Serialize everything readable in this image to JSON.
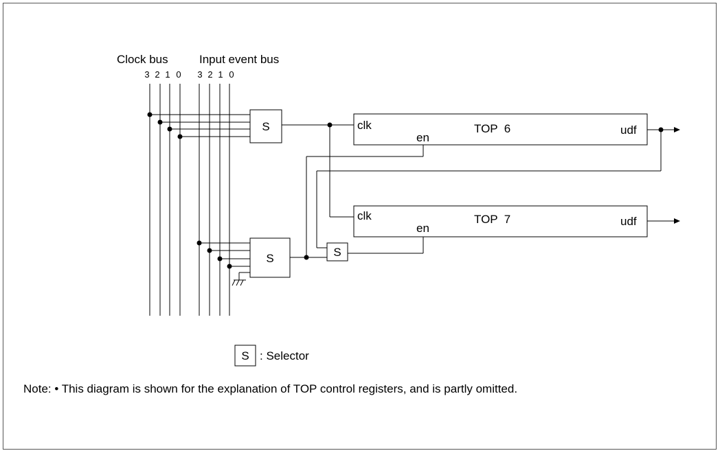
{
  "diagram": {
    "headers": {
      "clock_bus": "Clock bus",
      "input_event_bus": "Input event bus",
      "clock_bits": [
        "3",
        "2",
        "1",
        "0"
      ],
      "input_bits": [
        "3",
        "2",
        "1",
        "0"
      ]
    },
    "selectors": {
      "upper": "S",
      "lower": "S",
      "small": "S"
    },
    "top6": {
      "name": "TOP  6",
      "clk": "clk",
      "en": "en",
      "udf": "udf"
    },
    "top7": {
      "name": "TOP  7",
      "clk": "clk",
      "en": "en",
      "udf": "udf"
    },
    "legend": {
      "symbol": "S",
      "label": ": Selector"
    },
    "note": "Note: • This diagram is shown for the explanation of TOP control registers, and is partly omitted."
  }
}
